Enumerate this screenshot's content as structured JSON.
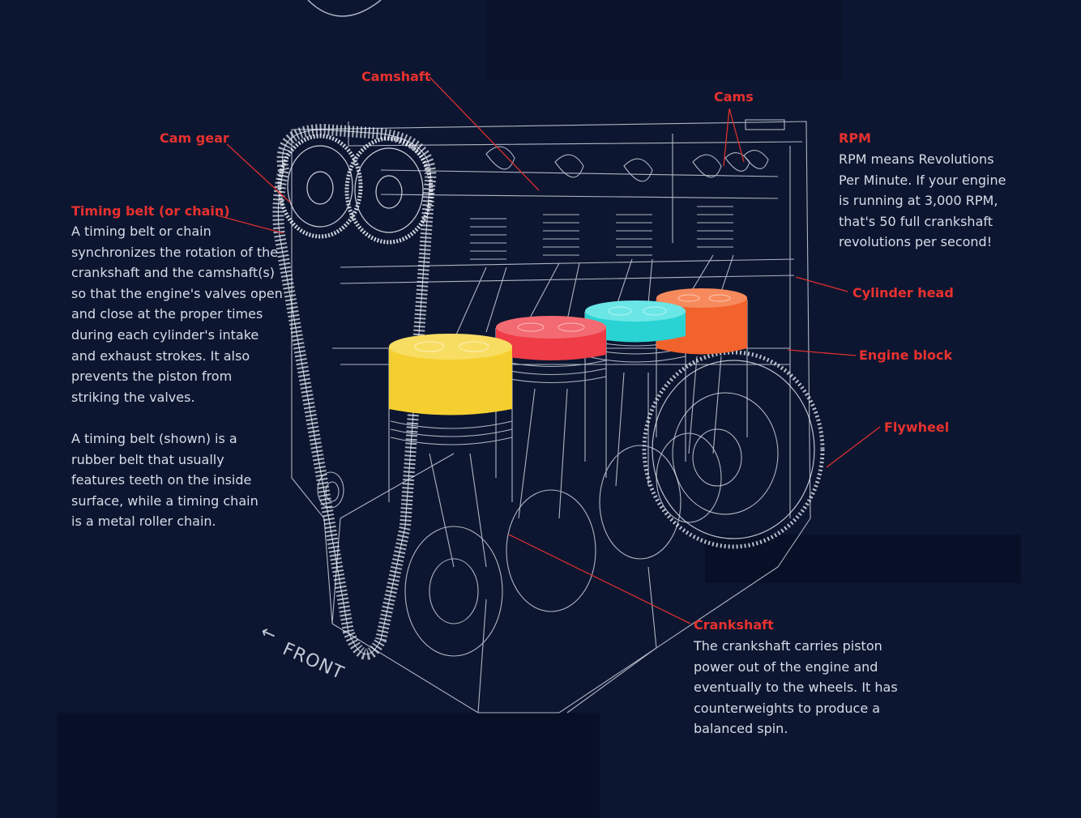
{
  "diagram": {
    "labels": {
      "camshaft": "Camshaft",
      "cams": "Cams",
      "cam_gear": "Cam gear",
      "timing_belt": "Timing belt (or chain)",
      "rpm": "RPM",
      "cylinder_head": "Cylinder head",
      "engine_block": "Engine block",
      "flywheel": "Flywheel",
      "crankshaft": "Crankshaft",
      "front": "FRONT"
    },
    "descriptions": {
      "timing_belt": "A timing belt or chain\nsynchronizes the rotation of the\ncrankshaft and the camshaft(s)\nso that the engine's valves open\nand close at the proper times\nduring each cylinder's intake\nand exhaust strokes. It also\nprevents the piston from\nstriking the valves.",
      "timing_belt_2": "A timing belt (shown) is a\nrubber belt that usually\nfeatures teeth on the inside\nsurface, while a timing chain\nis a metal roller chain.",
      "rpm": "RPM means Revolutions\nPer Minute. If your engine\nis running at 3,000 RPM,\nthat's 50 full crankshaft\nrevolutions per second!",
      "crankshaft": "The crankshaft carries piston\npower out of the engine and\neventually to the wheels. It has\ncounterweights to produce a\nbalanced spin."
    },
    "colors": {
      "background": "#0c1630",
      "label": "#e8312f",
      "text": "#d6dce8",
      "wire": "#ffffff",
      "piston_1": "#f5cf2f",
      "piston_2": "#ef3c46",
      "piston_3": "#2ad3d3",
      "piston_4": "#f2622c"
    }
  }
}
